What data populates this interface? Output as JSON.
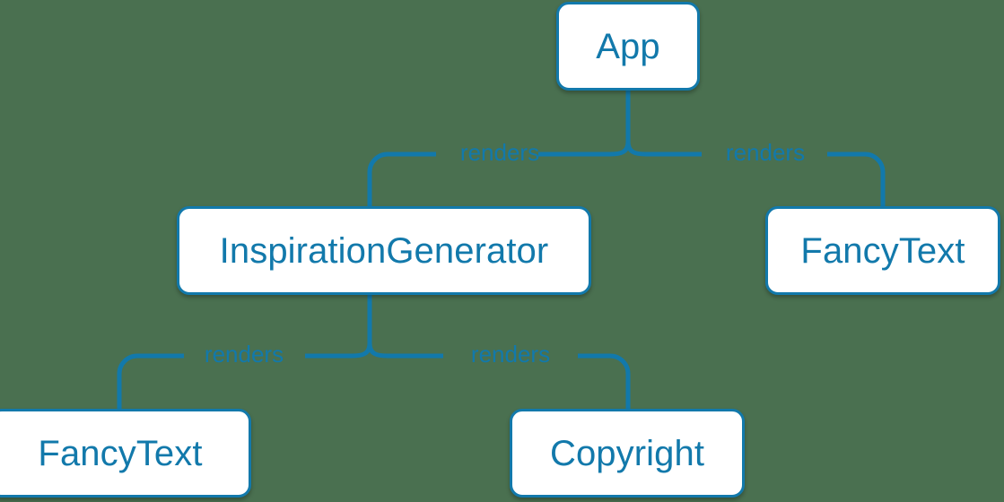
{
  "diagram": {
    "type": "component-tree",
    "title": "React component render tree",
    "colors": {
      "background": "#4a7050",
      "accent": "#1279ab",
      "node_fill": "#ffffff",
      "label_text": "#1279ab"
    },
    "nodes": [
      {
        "id": "app",
        "label": "App"
      },
      {
        "id": "inspiration",
        "label": "InspirationGenerator"
      },
      {
        "id": "fancytext-right",
        "label": "FancyText"
      },
      {
        "id": "fancytext-left",
        "label": "FancyText"
      },
      {
        "id": "copyright",
        "label": "Copyright"
      }
    ],
    "edges": [
      {
        "from": "app",
        "to": "inspiration",
        "label": "renders"
      },
      {
        "from": "app",
        "to": "fancytext-right",
        "label": "renders"
      },
      {
        "from": "inspiration",
        "to": "fancytext-left",
        "label": "renders"
      },
      {
        "from": "inspiration",
        "to": "copyright",
        "label": "renders"
      }
    ],
    "edge_labels": {
      "app_to_inspiration": "renders",
      "app_to_fancytext": "renders",
      "inspiration_to_fancytext": "renders",
      "inspiration_to_copyright": "renders"
    }
  }
}
